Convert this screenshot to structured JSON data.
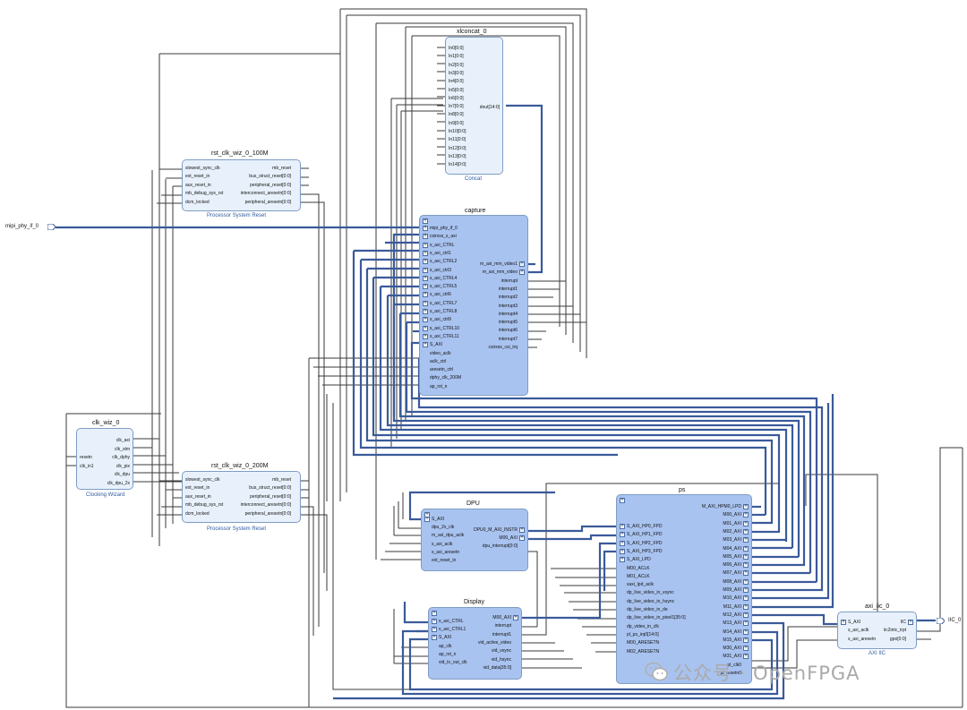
{
  "colors": {
    "wire": "#3a3a3a",
    "bus": "#3a5a9a",
    "block_border": "#7f9cc4",
    "plain_fill": "#e8f1fb",
    "hier_fill": "#a9c3f0"
  },
  "external_ports": {
    "mipi_in": "mipi_phy_if_0",
    "iic_out": "IIC_0"
  },
  "blocks": {
    "xlconcat": {
      "name": "xlconcat_0",
      "subtitle": "Concat",
      "inputs": [
        "In0[0:0]",
        "In1[0:0]",
        "In2[0:0]",
        "In3[0:0]",
        "In4[0:0]",
        "In5[0:0]",
        "In6[0:0]",
        "In7[0:0]",
        "In8[0:0]",
        "In9[0:0]",
        "In10[0:0]",
        "In11[0:0]",
        "In12[0:0]",
        "In13[0:0]",
        "In14[0:0]"
      ],
      "outputs": [
        "dout[14:0]"
      ]
    },
    "rst100": {
      "name": "rst_clk_wiz_0_100M",
      "subtitle": "Processor System Reset",
      "inputs": [
        "slowest_sync_clk",
        "ext_reset_in",
        "aux_reset_in",
        "mb_debug_sys_rst",
        "dcm_locked"
      ],
      "outputs": [
        "mb_reset",
        "bus_struct_reset[0:0]",
        "peripheral_reset[0:0]",
        "interconnect_aresetn[0:0]",
        "peripheral_aresetn[0:0]"
      ]
    },
    "capture": {
      "name": "capture",
      "inputs": [
        "mipi_phy_if_0",
        "csirxss_s_axi",
        "s_axi_CTRL",
        "s_axi_ctrl1",
        "s_axi_CTRL2",
        "s_axi_ctrl3",
        "s_axi_CTRL4",
        "s_axi_CTRL5",
        "s_axi_ctrl6",
        "s_axi_CTRL7",
        "s_axi_CTRL8",
        "s_axi_ctrl9",
        "s_axi_CTRL10",
        "s_axi_CTRL11",
        "S_AXI",
        "video_aclk",
        "aclk_ctrl",
        "aresetn_ctrl",
        "dphy_clk_200M",
        "ap_rst_n"
      ],
      "outputs": [
        "m_axi_mm_video1",
        "m_axi_mm_video",
        "interrupt",
        "interrupt1",
        "interrupt2",
        "interrupt3",
        "interrupt4",
        "interrupt5",
        "interrupt6",
        "interrupt7",
        "csirxss_csi_irq"
      ]
    },
    "clkwiz": {
      "name": "clk_wiz_0",
      "subtitle": "Clocking Wizard",
      "inputs": [
        "resetn",
        "clk_in1"
      ],
      "outputs": [
        "clk_axi",
        "clk_stm",
        "clk_dphy",
        "clk_pix",
        "clk_dpu",
        "clk_dpu_2x"
      ]
    },
    "rst200": {
      "name": "rst_clk_wiz_0_200M",
      "subtitle": "Processor System Reset",
      "inputs": [
        "slowest_sync_clk",
        "ext_reset_in",
        "aux_reset_in",
        "mb_debug_sys_rst",
        "dcm_locked"
      ],
      "outputs": [
        "mb_reset",
        "bus_struct_reset[0:0]",
        "peripheral_reset[0:0]",
        "interconnect_aresetn[0:0]",
        "peripheral_aresetn[0:0]"
      ]
    },
    "dpu": {
      "name": "DPU",
      "inputs": [
        "S_AXI",
        "dpu_2x_clk",
        "m_axi_dpu_aclk",
        "s_axi_aclk",
        "s_axi_aresetn",
        "ext_reset_in"
      ],
      "outputs": [
        "DPU0_M_AXI_INSTR",
        "M00_AXI",
        "dpu_interrupt[0:0]"
      ]
    },
    "display": {
      "name": "Display",
      "inputs": [
        "s_axi_CTRL",
        "s_axi_CTRL1",
        "S_AXI",
        "ap_clk",
        "ap_rst_n",
        "vid_io_out_clk"
      ],
      "outputs": [
        "M00_AXI",
        "interrupt",
        "interrupt1",
        "vid_active_video",
        "vid_vsync",
        "vid_hsync",
        "vid_data[35:0]"
      ]
    },
    "ps": {
      "name": "ps",
      "inputs": [
        "S_AXI_HP0_FPD",
        "S_AXI_HP1_FPD",
        "S_AXI_HP2_FPD",
        "S_AXI_HP3_FPD",
        "S_AXI_LPD",
        "M00_ACLK",
        "M01_ACLK",
        "saxi_lpd_aclk",
        "dp_live_video_in_vsync",
        "dp_live_video_in_hsync",
        "dp_live_video_in_de",
        "dp_live_video_in_pixel1[35:0]",
        "dp_video_in_clk",
        "pl_ps_irq0[14:0]",
        "M00_ARESETN",
        "M02_ARESETN"
      ],
      "outputs": [
        "M_AXI_HPM0_LPD",
        "M00_AXI",
        "M01_AXI",
        "M02_AXI",
        "M03_AXI",
        "M04_AXI",
        "M05_AXI",
        "M06_AXI",
        "M07_AXI",
        "M08_AXI",
        "M09_AXI",
        "M10_AXI",
        "M11_AXI",
        "M12_AXI",
        "M13_AXI",
        "M14_AXI",
        "M15_AXI",
        "M30_AXI",
        "M31_AXI",
        "pl_clk0",
        "pl_resetn0"
      ]
    },
    "iic": {
      "name": "axi_iic_0",
      "subtitle": "AXI IIC",
      "inputs": [
        "S_AXI",
        "s_axi_aclk",
        "s_axi_aresetn"
      ],
      "outputs": [
        "IIC",
        "iic2intc_irpt",
        "gpo[0:0]"
      ]
    }
  },
  "watermark": {
    "text": "公众号 · OpenFPGA"
  }
}
